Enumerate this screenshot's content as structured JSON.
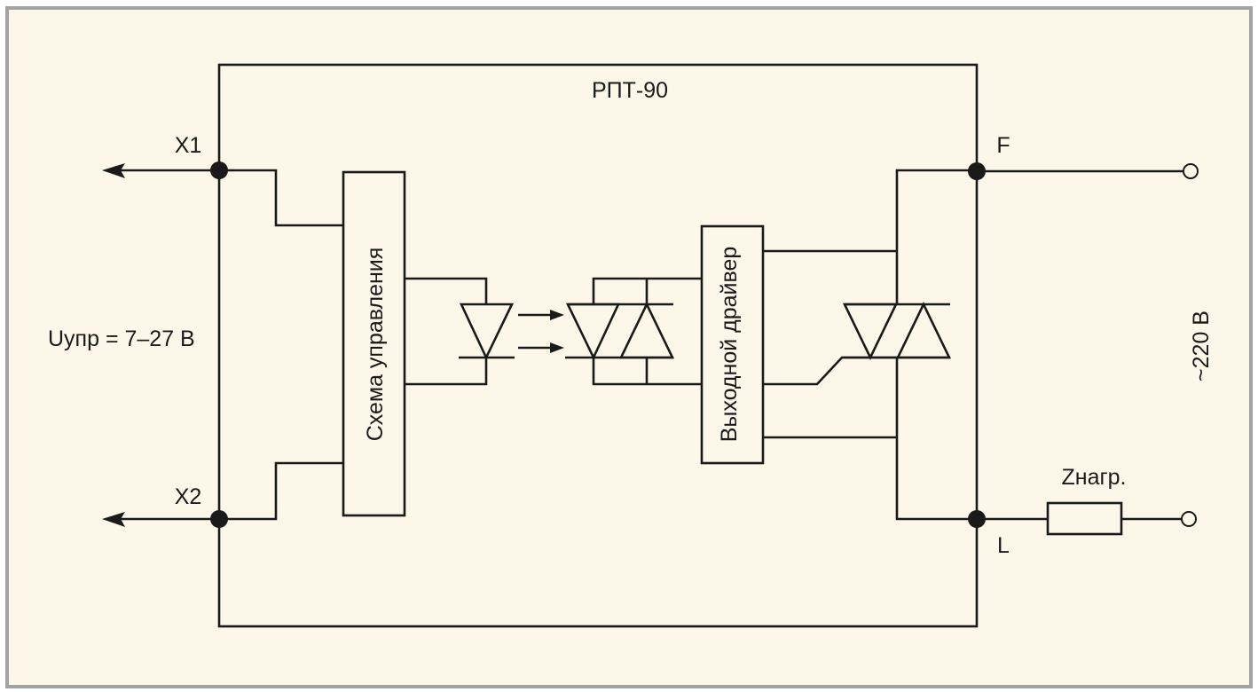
{
  "diagram": {
    "title": "РПТ-90",
    "background_color": "#fdf7ea",
    "frame_color": "#a3a3a3",
    "line_color": "#1a1a1a",
    "terminals": {
      "x1": "X1",
      "x2": "X2",
      "f": "F",
      "l": "L"
    },
    "control_voltage": "Uупр = 7–27 В",
    "supply_voltage": "~220 В",
    "load_label": "Zнагр.",
    "blocks": {
      "control_circuit": "Схема управления",
      "output_driver": "Выходной драйвер"
    },
    "components": [
      {
        "name": "led-emitter",
        "type": "LED"
      },
      {
        "name": "opto-triac",
        "type": "photo-triac"
      },
      {
        "name": "power-triac",
        "type": "triac"
      },
      {
        "name": "load-resistor",
        "type": "impedance"
      }
    ]
  }
}
